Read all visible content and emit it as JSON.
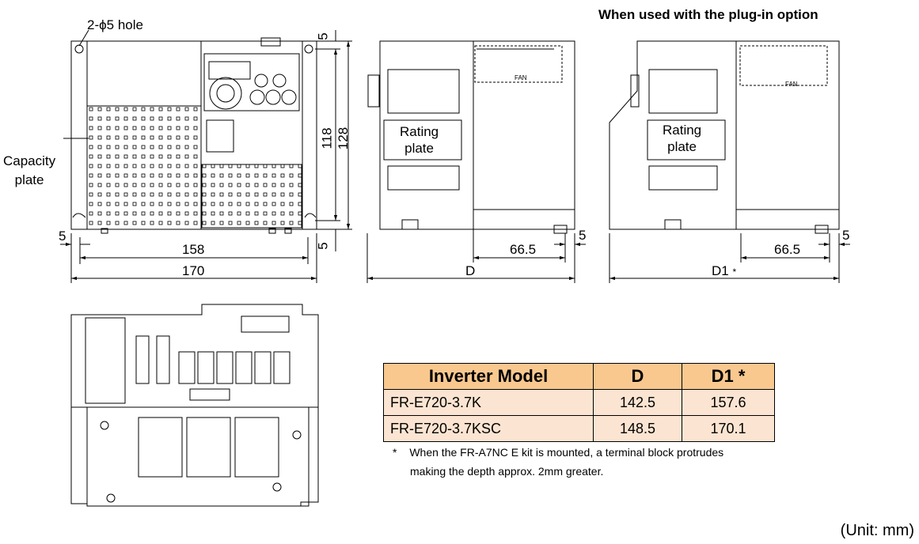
{
  "header": {
    "plugin_title": "When used with the plug-in option"
  },
  "front_view": {
    "hole_label": "2-ϕ5 hole",
    "capacity_label": "Capacity\nplate",
    "dim_width_inner": "158",
    "dim_width_outer": "170",
    "dim_margin_left": "5",
    "dim_top_margin": "5",
    "dim_bottom_margin": "5",
    "dim_height_inner": "118",
    "dim_height_outer": "128"
  },
  "side_view": {
    "rating_label": "Rating\nplate",
    "fan_label": "FAN",
    "dim_offset": "66.5",
    "dim_margin": "5",
    "dim_depth": "D"
  },
  "plugin_view": {
    "rating_label": "Rating\nplate",
    "fan_label": "FAN",
    "dim_offset": "66.5",
    "dim_margin": "5",
    "dim_depth": "D1",
    "dim_depth_mark": "*"
  },
  "table": {
    "headers": [
      "Inverter Model",
      "D",
      "D1 *"
    ],
    "rows": [
      [
        "FR-E720-3.7K",
        "142.5",
        "157.6"
      ],
      [
        "FR-E720-3.7KSC",
        "148.5",
        "170.1"
      ]
    ]
  },
  "note": {
    "mark": "*",
    "line1": "When the FR-A7NC E kit is mounted, a terminal block protrudes",
    "line2": "making the depth approx. 2mm greater."
  },
  "unit_label": "(Unit: mm)"
}
